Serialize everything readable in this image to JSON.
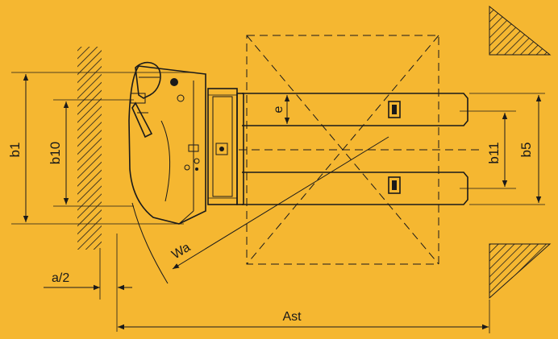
{
  "diagram": {
    "background_color": "#F5B731",
    "line_color": "#1a1a1a",
    "labels": {
      "b1": "b1",
      "b10": "b10",
      "e": "e",
      "b11": "b11",
      "b5": "b5",
      "wa": "Wa",
      "a2": "a/2",
      "ast": "Ast"
    }
  }
}
